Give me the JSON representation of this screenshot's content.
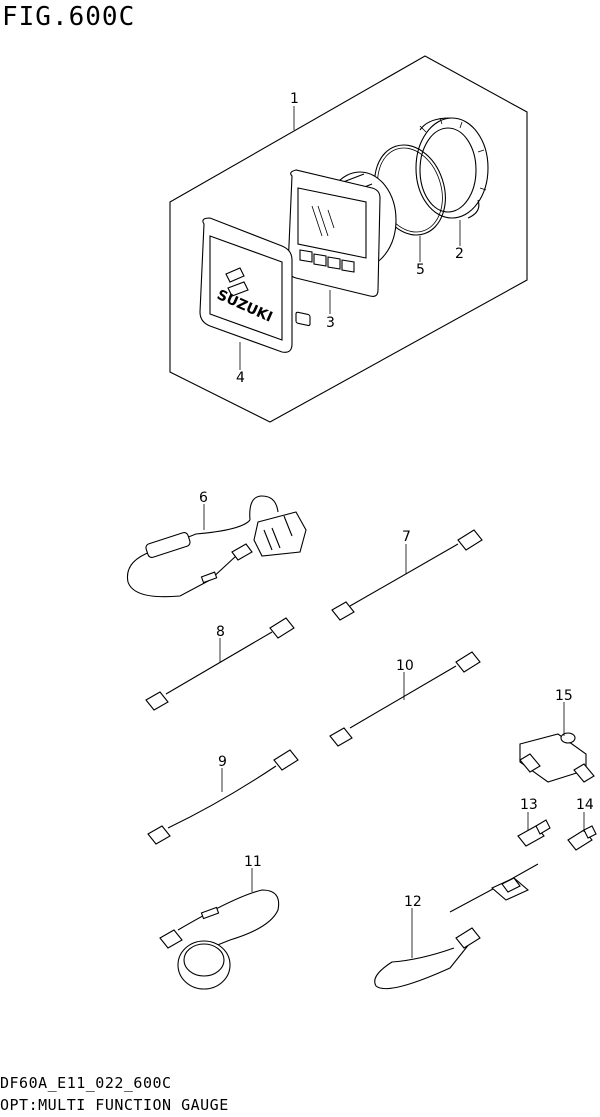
{
  "figure": {
    "title": "FIG.600C"
  },
  "callouts": [
    "1",
    "2",
    "3",
    "4",
    "5",
    "6",
    "7",
    "8",
    "9",
    "10",
    "11",
    "12",
    "13",
    "14",
    "15"
  ],
  "badge_text": "SUZUKI",
  "footer": {
    "code": "DF60A_E11_022_600C",
    "description": "OPT:MULTI FUNCTION GAUGE"
  }
}
